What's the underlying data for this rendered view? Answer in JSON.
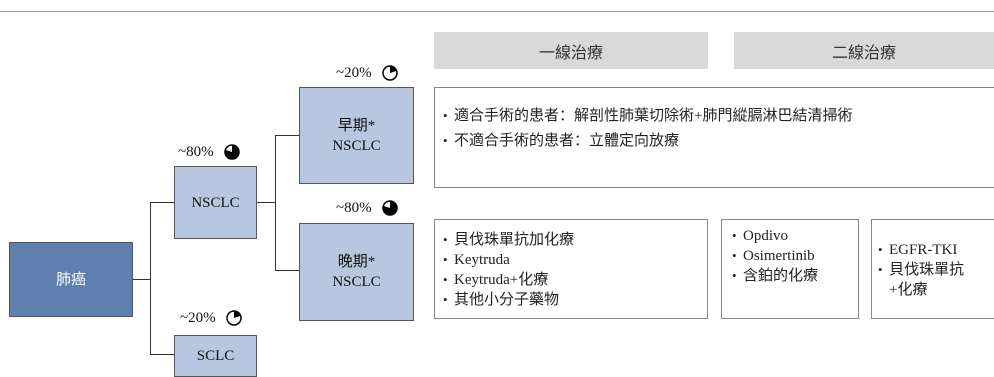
{
  "headers": {
    "first_line": "一線治療",
    "second_line": "二線治療"
  },
  "nodes": {
    "lung_cancer": "肺癌",
    "nsclc": "NSCLC",
    "sclc": "SCLC",
    "early_line1": "早期*",
    "early_line2": "NSCLC",
    "late_line1": "晚期*",
    "late_line2": "NSCLC"
  },
  "percentages": {
    "nsclc": {
      "label": "~80%",
      "fraction": 0.8
    },
    "sclc": {
      "label": "~20%",
      "fraction": 0.2
    },
    "early": {
      "label": "~20%",
      "fraction": 0.2
    },
    "late": {
      "label": "~80%",
      "fraction": 0.8
    }
  },
  "early_first_line": [
    "適合手術的患者：解剖性肺葉切除術+肺門縱膈淋巴結清掃術",
    "不適合手術的患者：立體定向放療"
  ],
  "late_first_line": [
    "貝伐珠單抗加化療",
    "Keytruda",
    "Keytruda+化療",
    "其他小分子藥物"
  ],
  "late_second_line_a": [
    "Opdivo",
    "Osimertinib",
    "含鉑的化療"
  ],
  "late_second_line_b": [
    "EGFR-TKI",
    "貝伐珠單抗+化療"
  ],
  "colors": {
    "root_node": "#5f7fae",
    "child_node": "#b8c7df",
    "header_bg": "#d9d9d9"
  }
}
